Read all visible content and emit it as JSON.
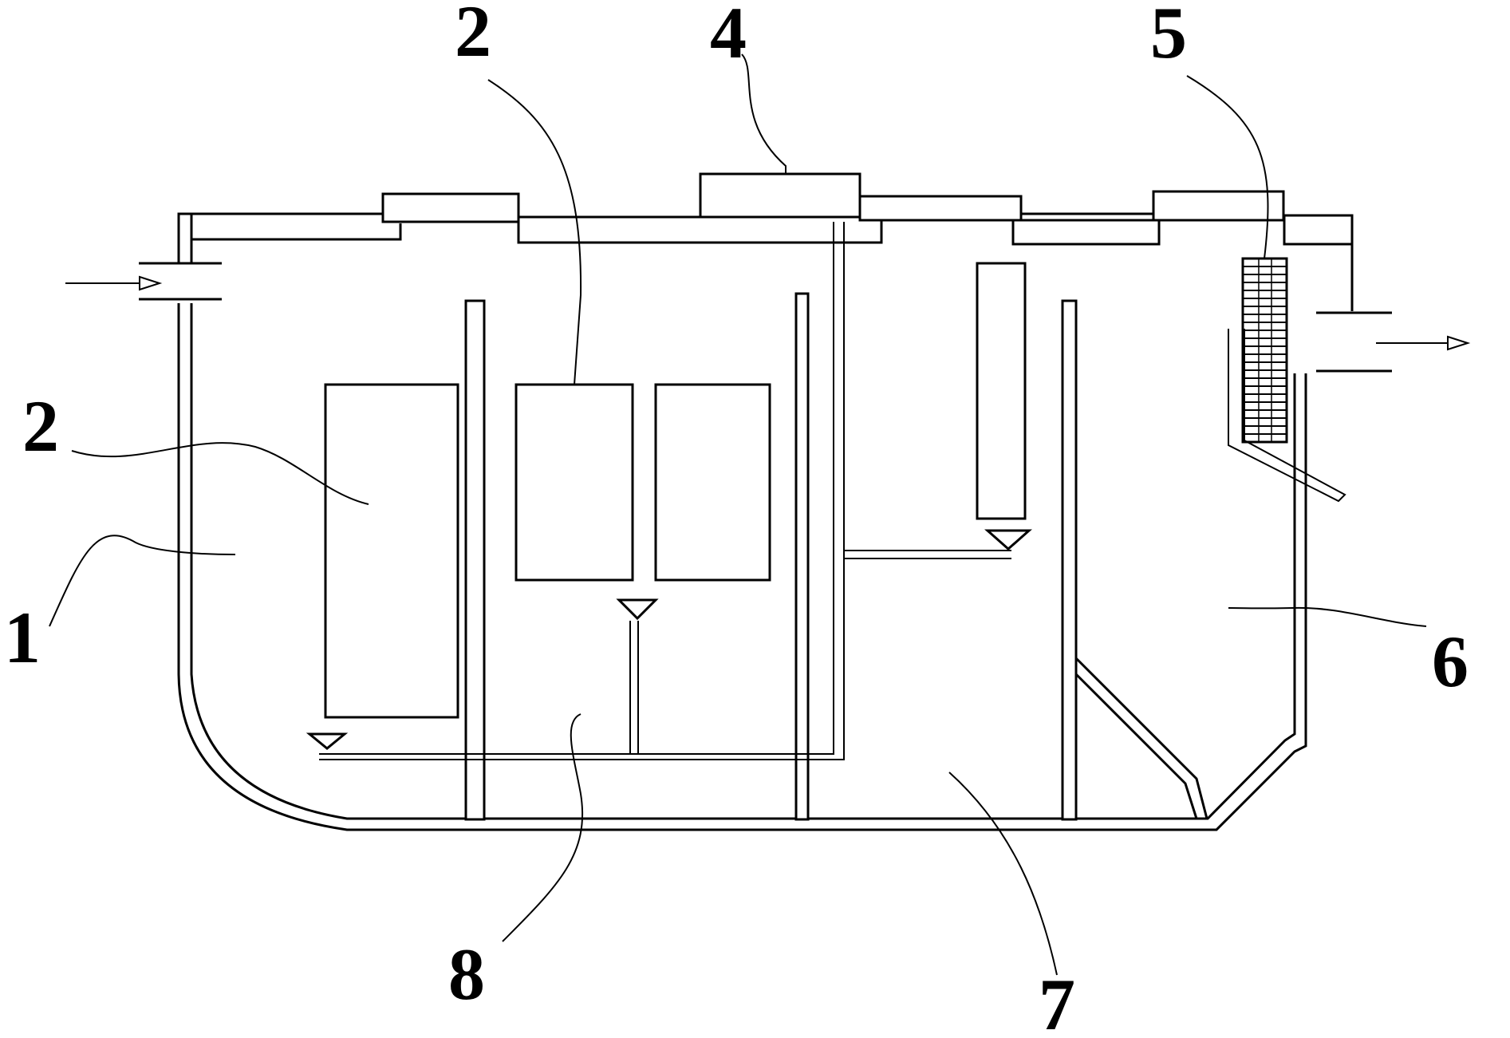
{
  "labels": {
    "l1": "1",
    "l2a": "2",
    "l2b": "2",
    "l4": "4",
    "l5": "5",
    "l6": "6",
    "l7": "7",
    "l8": "8"
  }
}
